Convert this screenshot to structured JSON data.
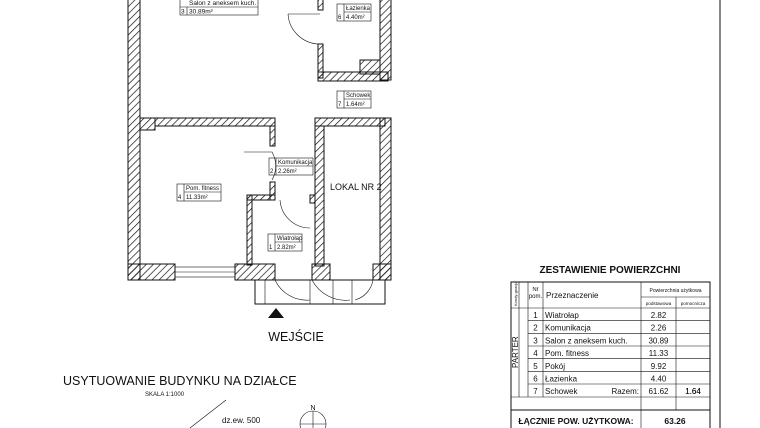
{
  "plan": {
    "rooms": [
      {
        "nr": "3",
        "name": "Salon z aneksem kuch.",
        "area": "30.89m²"
      },
      {
        "nr": "6",
        "name": "Łazienka",
        "area": "4.40m²"
      },
      {
        "nr": "7",
        "name": "Schowek",
        "area": "1.64m²"
      },
      {
        "nr": "2",
        "name": "Komunikacja",
        "area": "2.26m²"
      },
      {
        "nr": "4",
        "name": "Pom. fitness",
        "area": "11.33m²"
      },
      {
        "nr": "1",
        "name": "Wiatrołap",
        "area": "2.82m²"
      }
    ],
    "lokal_label": "LOKAL NR 2",
    "entrance_label": "WEJŚCIE"
  },
  "site": {
    "title": "USYTUOWANIE BUDYNKU NA DZIAŁCE",
    "scale": "SKALA 1:1000",
    "parcel": "dz.ew. 500",
    "north": "N"
  },
  "table": {
    "title": "ZESTAWIENIE POWIERZCHNI",
    "headers": {
      "floor": "Kondy-gnacja",
      "nr": "Nr pom.",
      "purpose": "Przeznaczenie",
      "usable": "Powierzchnia użytkowa",
      "basic": "podstawowa",
      "auxiliary": "pomocnicza"
    },
    "floor_label": "PARTER",
    "rows": [
      {
        "nr": "1",
        "name": "Wiatrołap",
        "basic": "2.82",
        "aux": ""
      },
      {
        "nr": "2",
        "name": "Komunikacja",
        "basic": "2.26",
        "aux": ""
      },
      {
        "nr": "3",
        "name": "Salon z aneksem kuch.",
        "basic": "30.89",
        "aux": ""
      },
      {
        "nr": "4",
        "name": "Pom. fitness",
        "basic": "11.33",
        "aux": ""
      },
      {
        "nr": "5",
        "name": "Pokój",
        "basic": "9.92",
        "aux": ""
      },
      {
        "nr": "6",
        "name": "Łazienka",
        "basic": "4.40",
        "aux": ""
      },
      {
        "nr": "7",
        "name": "Schowek",
        "basic": "",
        "aux": "1.64"
      }
    ],
    "sum_label": "Razem:",
    "sum_basic": "61.62",
    "sum_aux": "1.64",
    "total_label": "ŁĄCZNIE POW. UŻYTKOWA:",
    "total_value": "63.26"
  }
}
